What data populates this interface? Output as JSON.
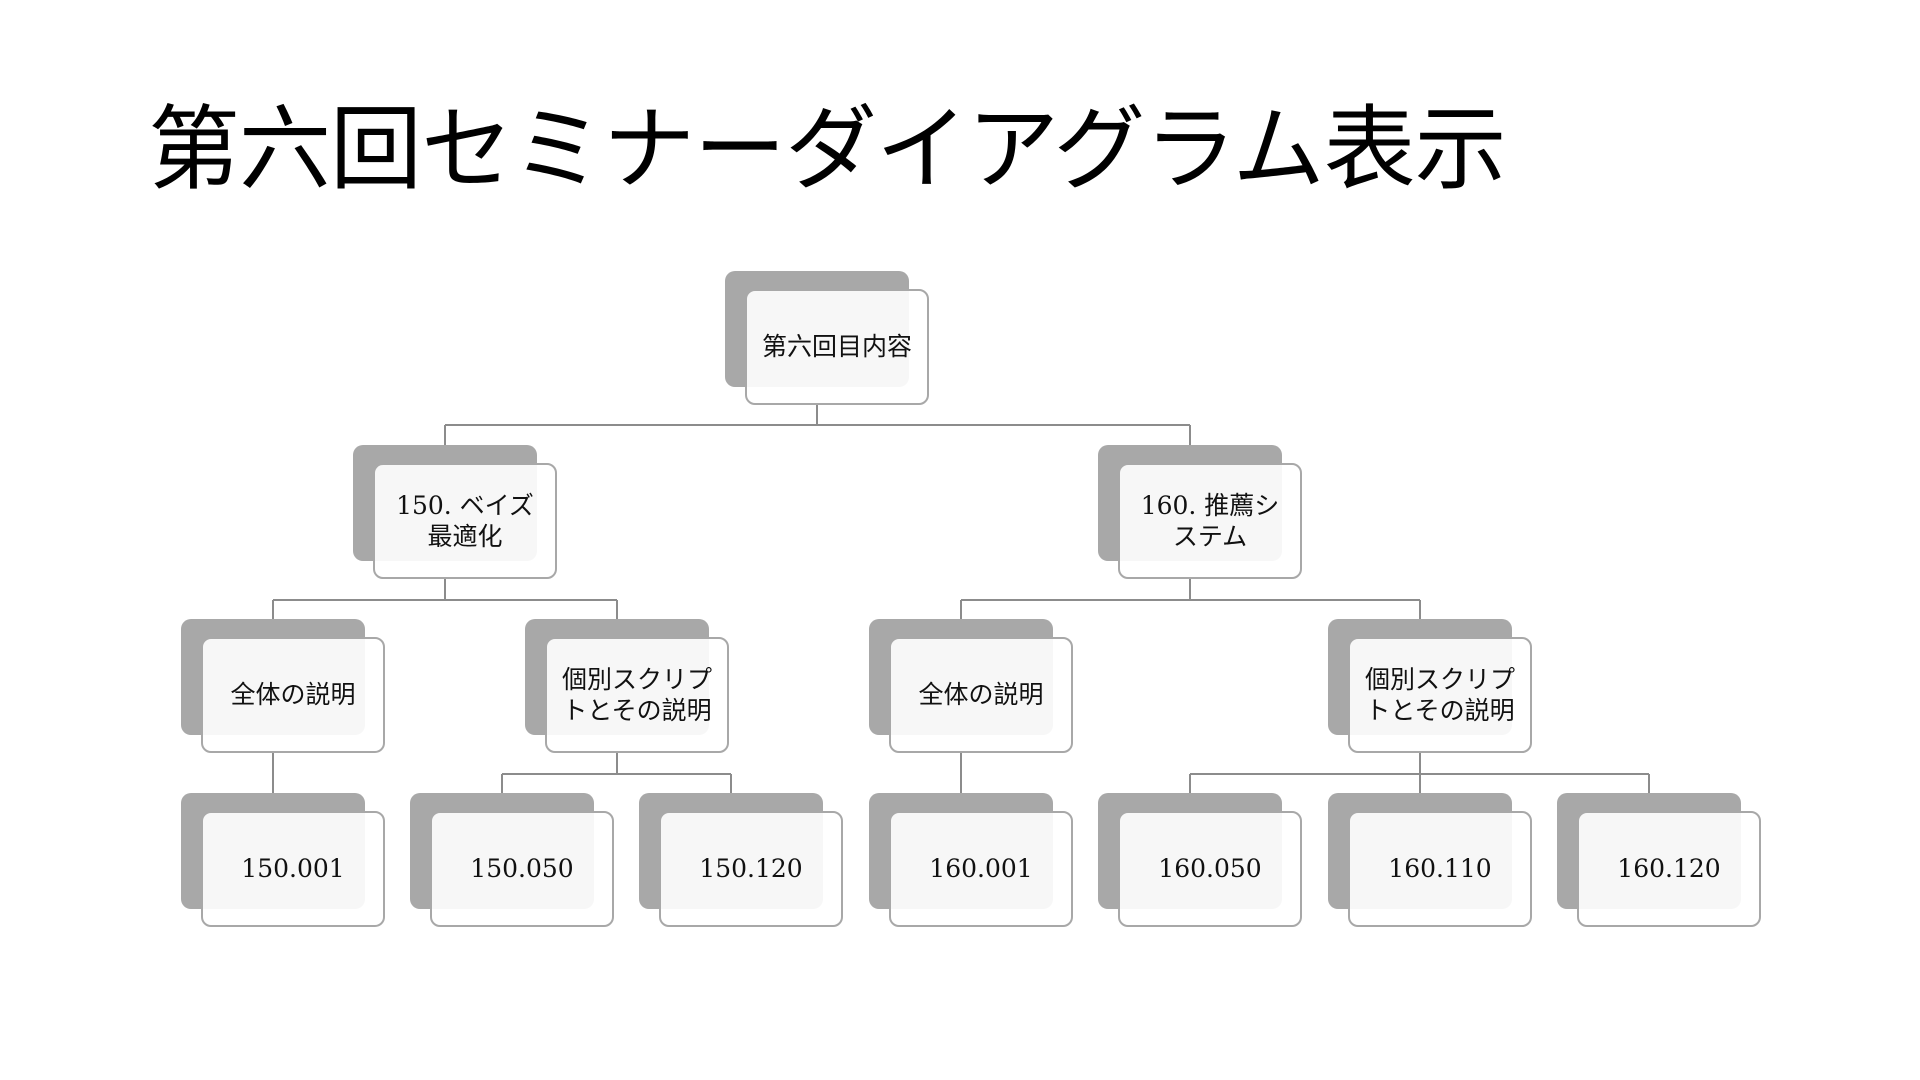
{
  "title": "第六回セミナーダイアグラム表示",
  "colors": {
    "shadow": "#a8a8a8",
    "border": "#a8a8a8",
    "connector": "#8c8c8c"
  },
  "root": {
    "label": "第六回目内容"
  },
  "topics": [
    {
      "label": "150. ベイズ最適化",
      "overview": {
        "label": "全体の説明",
        "items": [
          "150.001"
        ]
      },
      "scripts": {
        "label": "個別スクリプトとその説明",
        "items": [
          "150.050",
          "150.120"
        ]
      }
    },
    {
      "label": "160. 推薦システム",
      "overview": {
        "label": "全体の説明",
        "items": [
          "160.001"
        ]
      },
      "scripts": {
        "label": "個別スクリプトとその説明",
        "items": [
          "160.050",
          "160.110",
          "160.120"
        ]
      }
    }
  ]
}
